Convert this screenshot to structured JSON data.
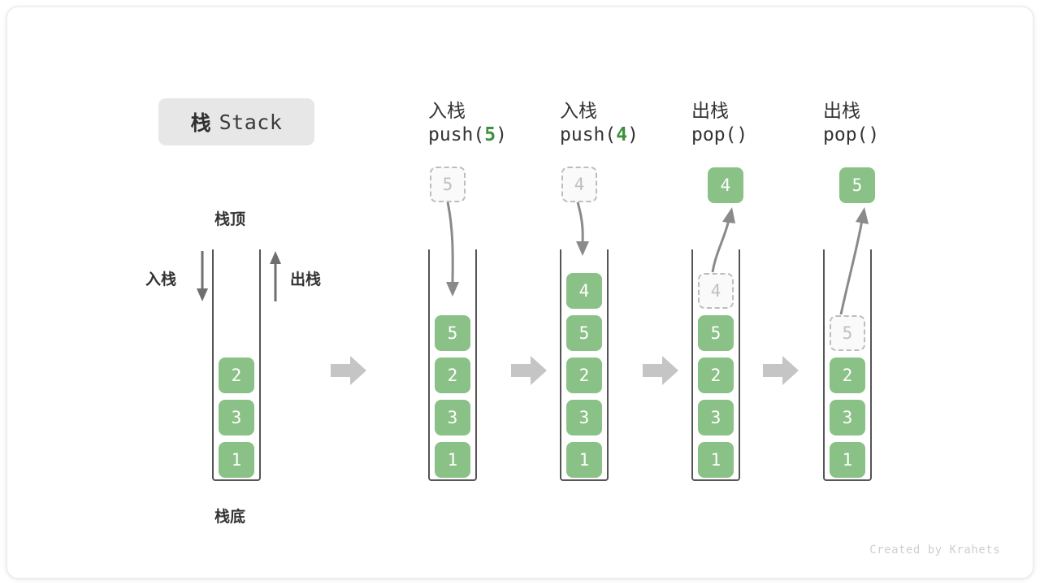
{
  "title": {
    "cn": "栈",
    "en": "Stack"
  },
  "labels": {
    "top": "栈顶",
    "bottom": "栈底",
    "push_side": "入栈",
    "pop_side": "出栈"
  },
  "footer": "Created by Krahets",
  "colors": {
    "cell_fill": "#8ac186",
    "cell_text": "#ffffff",
    "ghost_fill": "#fafafa",
    "ghost_border": "#bdbdbd",
    "ghost_text": "#c0c0c0",
    "container_stroke": "#555555",
    "arrow_gray": "#8a8a8a",
    "block_arrow": "#c5c5c5",
    "badge_bg": "#e7e7e7",
    "accent_green": "#3f8f3f",
    "text_dark": "#333333",
    "footer_text": "#cfcfcf"
  },
  "steps": [
    {
      "id": "initial",
      "op_cn": "",
      "op_code_prefix": "",
      "op_code_arg": "",
      "op_code_suffix": "",
      "stack": [
        "2",
        "3",
        "1"
      ],
      "ghost": null,
      "floating": null
    },
    {
      "id": "push-5",
      "op_cn": "入栈",
      "op_code_prefix": "push(",
      "op_code_arg": "5",
      "op_code_suffix": ")",
      "stack": [
        "5",
        "2",
        "3",
        "1"
      ],
      "ghost": null,
      "floating": {
        "value": "5",
        "kind": "ghost"
      }
    },
    {
      "id": "push-4",
      "op_cn": "入栈",
      "op_code_prefix": "push(",
      "op_code_arg": "4",
      "op_code_suffix": ")",
      "stack": [
        "4",
        "5",
        "2",
        "3",
        "1"
      ],
      "ghost": null,
      "floating": {
        "value": "4",
        "kind": "ghost"
      }
    },
    {
      "id": "pop-4",
      "op_cn": "出栈",
      "op_code_prefix": "pop(",
      "op_code_arg": "",
      "op_code_suffix": ")",
      "stack": [
        "5",
        "2",
        "3",
        "1"
      ],
      "ghost": {
        "value": "4",
        "slot": 0
      },
      "floating": {
        "value": "4",
        "kind": "solid"
      }
    },
    {
      "id": "pop-5",
      "op_cn": "出栈",
      "op_code_prefix": "pop(",
      "op_code_arg": "",
      "op_code_suffix": ")",
      "stack": [
        "2",
        "3",
        "1"
      ],
      "ghost": {
        "value": "5",
        "slot": 0
      },
      "floating": {
        "value": "5",
        "kind": "solid"
      }
    }
  ]
}
